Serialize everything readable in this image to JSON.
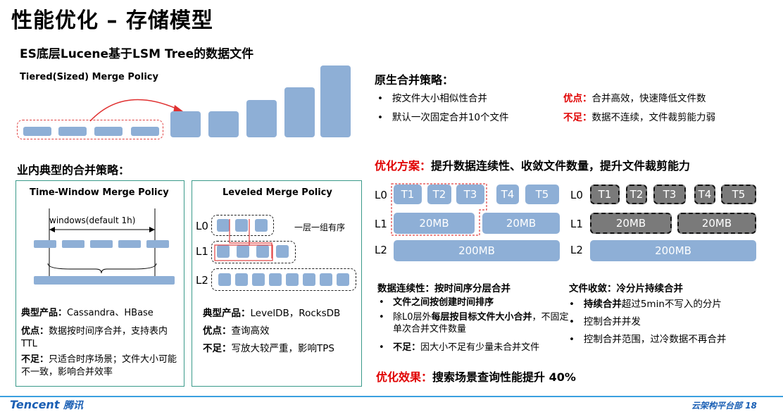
{
  "title": "性能优化 – 存储模型",
  "subtitle": "ES底层Lucene基于LSM Tree的数据文件",
  "tiered_label": "Tiered(Sized) Merge Policy",
  "industry_heading": "业内典型的合并策略：",
  "time_window": {
    "title": "Time-Window Merge Policy",
    "windows_label": "windows(default 1h)",
    "product_label": "典型产品：",
    "product_value": "Cassandra、HBase",
    "pros_label": "优点：",
    "pros_value": "数据按时间序合并，支持表内TTL",
    "cons_label": "不足：",
    "cons_value": "只适合时序场景；文件大小可能不一致，影响合并效率"
  },
  "leveled": {
    "title": "Leveled  Merge Policy",
    "levels": [
      "L0",
      "L1",
      "L2"
    ],
    "note": "一层一组有序",
    "product_label": "典型产品：",
    "product_value": "LevelDB，RocksDB",
    "pros_label": "优点：",
    "pros_value": "查询高效",
    "cons_label": "不足：",
    "cons_value": "写放大较严重，影响TPS"
  },
  "native": {
    "heading": "原生合并策略：",
    "bullets": [
      "按文件大小相似性合并",
      "默认一次固定合并10个文件"
    ],
    "pros_label": "优点：",
    "pros_value": "合并高效，快速降低文件数",
    "cons_label": "不足：",
    "cons_value": "数据不连续，文件裁剪能力弱"
  },
  "optimize": {
    "heading_red": "优化方案：",
    "heading_black": "提升数据连续性、收敛文件数量，提升文件裁剪能力",
    "levels": [
      "L0",
      "L1",
      "L2"
    ],
    "l0_blocks": [
      "T1",
      "T2",
      "T3",
      "T4",
      "T5"
    ],
    "l1_blocks": [
      "20MB",
      "20MB"
    ],
    "l2_block": "200MB"
  },
  "continuity": {
    "heading": "数据连续性：按时间序分层合并",
    "bullets": [
      {
        "bold": "文件之间按创建时间排序",
        "rest": ""
      },
      {
        "bold_prefix": "除L0层外",
        "bold": "每层按目标文件大小合并",
        "rest": "，不固定单次合并文件数量"
      },
      {
        "bold": "不足：",
        "rest": "因大小不足有少量未合并文件"
      }
    ]
  },
  "convergence": {
    "heading": "文件收敛：冷分片持续合并",
    "bullets": [
      {
        "bold": "持续合并",
        "rest": "超过5min不写入的分片"
      },
      {
        "bold": "",
        "rest": "控制合并并发"
      },
      {
        "bold": "",
        "rest": "控制合并范围，过冷数据不再合并"
      }
    ]
  },
  "effect": {
    "label": "优化效果：",
    "value": "搜索场景查询性能提升  40%"
  },
  "footer": {
    "brand_en": "Tencent",
    "brand_cn": "腾讯",
    "dept": "云架构平台部",
    "page": "18"
  },
  "colors": {
    "block": "#8eafd6",
    "accent_red": "#e00000",
    "panel_border": "#3a9a8a",
    "brand_blue": "#1a5fb4"
  }
}
